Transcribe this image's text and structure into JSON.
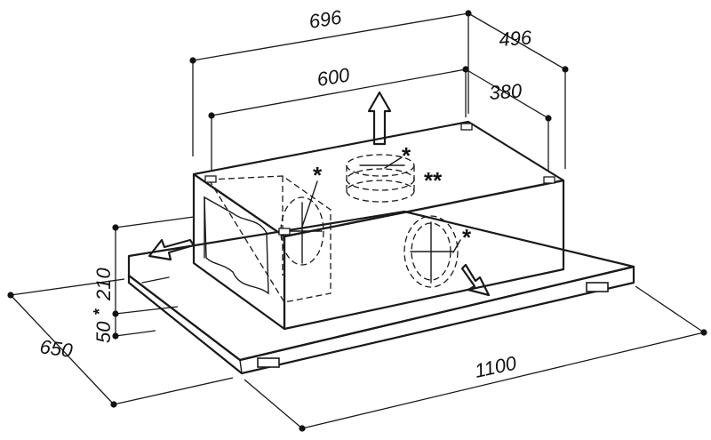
{
  "dimensions": {
    "top_width": "696",
    "top_depth": "496",
    "inner_width": "600",
    "inner_depth": "380",
    "height_main": "210",
    "height_min": "50",
    "min_marker": "*",
    "base_depth": "650",
    "base_width": "1100"
  },
  "markers": {
    "single": "*",
    "double": "**"
  }
}
